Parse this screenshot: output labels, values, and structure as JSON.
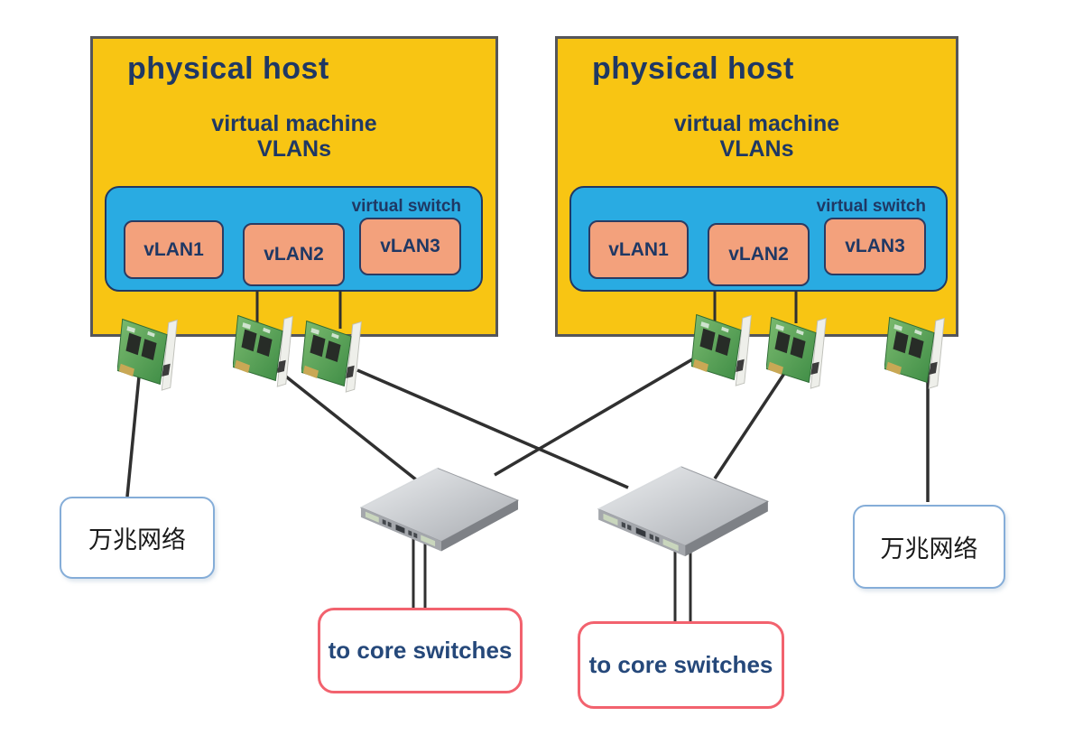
{
  "hosts": [
    {
      "title": "physical host",
      "subtitle_line1": "virtual machine",
      "subtitle_line2": "VLANs",
      "switch_label": "virtual switch",
      "vlans": [
        "vLAN1",
        "vLAN2",
        "vLAN3"
      ]
    },
    {
      "title": "physical host",
      "subtitle_line1": "virtual machine",
      "subtitle_line2": "VLANs",
      "switch_label": "virtual switch",
      "vlans": [
        "vLAN1",
        "vLAN2",
        "vLAN3"
      ]
    }
  ],
  "labels": {
    "network_left": "万兆网络",
    "network_right": "万兆网络",
    "core_left": "to core switches",
    "core_right": "to core switches"
  },
  "icons": {
    "nic": "pci-network-card",
    "switch": "rack-ethernet-switch"
  },
  "colors": {
    "host_fill": "#F8C513",
    "host_border": "#55565A",
    "vswitch_fill": "#29ABE2",
    "vswitch_border": "#1F3864",
    "vlan_fill": "#F3A17C",
    "vlan_border": "#2A3B63",
    "navy_text": "#1F3864",
    "core_border": "#F2626E",
    "core_text": "#25487A",
    "network_box_border": "#85ADD8",
    "connection_line": "#303030"
  }
}
